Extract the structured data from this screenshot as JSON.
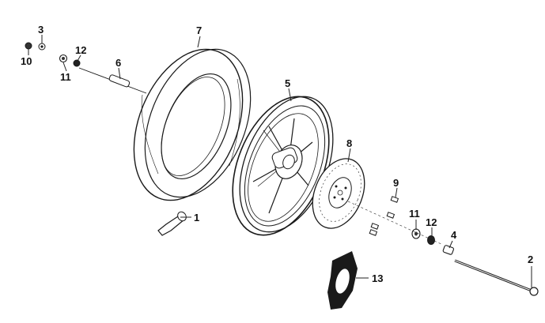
{
  "diagram": {
    "callouts": [
      {
        "id": "1",
        "label": "1"
      },
      {
        "id": "2",
        "label": "2"
      },
      {
        "id": "3",
        "label": "3"
      },
      {
        "id": "4",
        "label": "4"
      },
      {
        "id": "5",
        "label": "5"
      },
      {
        "id": "6",
        "label": "6"
      },
      {
        "id": "7",
        "label": "7"
      },
      {
        "id": "8",
        "label": "8"
      },
      {
        "id": "9",
        "label": "9"
      },
      {
        "id": "10",
        "label": "10"
      },
      {
        "id": "11a",
        "label": "11"
      },
      {
        "id": "11b",
        "label": "11"
      },
      {
        "id": "12a",
        "label": "12"
      },
      {
        "id": "12b",
        "label": "12"
      },
      {
        "id": "13",
        "label": "13"
      }
    ],
    "colors": {
      "line": "#1a1a1a",
      "tire_fill": "#ffffff",
      "dark_part": "#222222",
      "background": "#ffffff"
    }
  }
}
